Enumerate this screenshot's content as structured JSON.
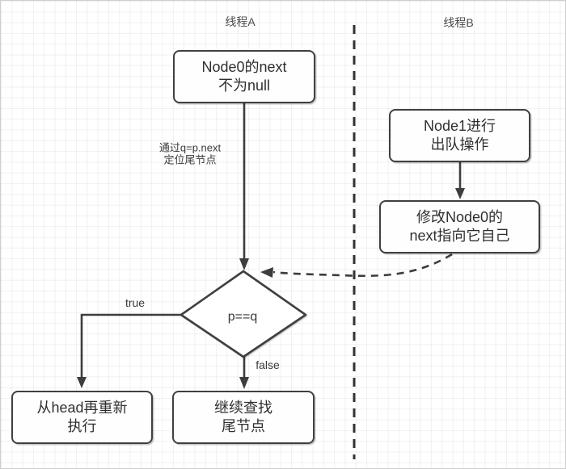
{
  "diagram": {
    "lanes": {
      "a": "线程A",
      "b": "线程B"
    },
    "nodes": {
      "node0_next_check": {
        "label": "Node0的next\n不为null"
      },
      "node1_dequeue": {
        "label": "Node1进行\n出队操作"
      },
      "modify_node0": {
        "label": "修改Node0的\nnext指向它自己"
      },
      "restart_from_head": {
        "label": "从head再重新\n执行"
      },
      "continue_find_tail": {
        "label": "继续查找\n尾节点"
      },
      "decision": {
        "label": "p==q"
      }
    },
    "edge_labels": {
      "locate_tail": "通过q=p.next\n定位尾节点",
      "true_branch": "true",
      "false_branch": "false"
    },
    "colors": {
      "stroke": "#3d3d3d",
      "text": "#333333",
      "grid_line": "#ebebeb",
      "background": "#ffffff"
    }
  }
}
